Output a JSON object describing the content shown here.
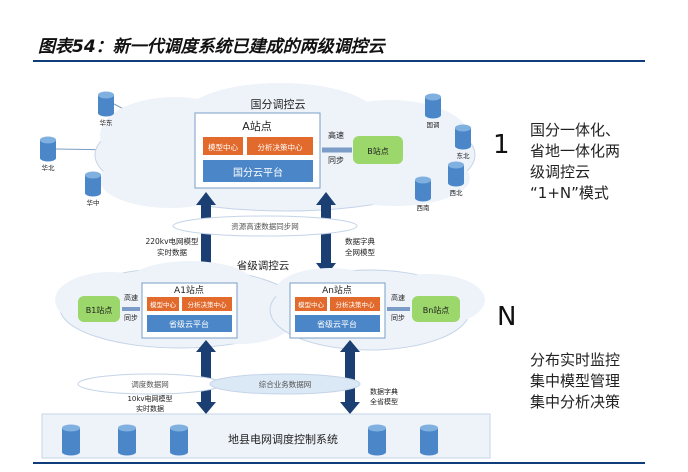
{
  "header": {
    "title": "图表54：新一代调度系统已建成的两级调控云"
  },
  "national": {
    "cloud_label": "国分调控云",
    "site_a": "A站点",
    "model_center": "模型中心",
    "analysis_center": "分析决策中心",
    "platform": "国分云平台",
    "highspeed_sync": "高速\n同步",
    "site_b": "B站点",
    "db_left": [
      "华东",
      "华北",
      "华中"
    ],
    "db_right": [
      "国调",
      "东北",
      "西北",
      "西南"
    ]
  },
  "middle": {
    "sync_net": "资源高速数据同步网",
    "left_note": "220kv电网模型\n实时数据",
    "right_note": "数据字典\n全网模型",
    "province_cloud": "省级调控云"
  },
  "provincial": {
    "site_a1": "A1站点",
    "site_an": "An站点",
    "model_center": "模型中心",
    "analysis_center": "分析决策中心",
    "platform": "省级云平台",
    "site_b1": "B1站点",
    "site_bn": "Bn站点",
    "highspeed_sync": "高速\n同步"
  },
  "bottom": {
    "dispatch_net": "调度数据网",
    "biz_net": "综合业务数据网",
    "left_note": "10kv电网模型\n实时数据",
    "right_note": "数据字典\n全省模型",
    "local_system": "地县电网调度控制系统"
  },
  "captions": {
    "num1": "1",
    "numN": "N",
    "cap1": "国分一体化、\n省地一体化两\n级调控云\n“1+N”模式",
    "capN": "分布实时监控\n集中模型管理\n集中分析决策"
  },
  "colors": {
    "rule": "#0e3d7a",
    "orange": "#e26a2c",
    "blue": "#4a86c8",
    "green": "#9bd76a",
    "arrow": "#1b3f73"
  }
}
